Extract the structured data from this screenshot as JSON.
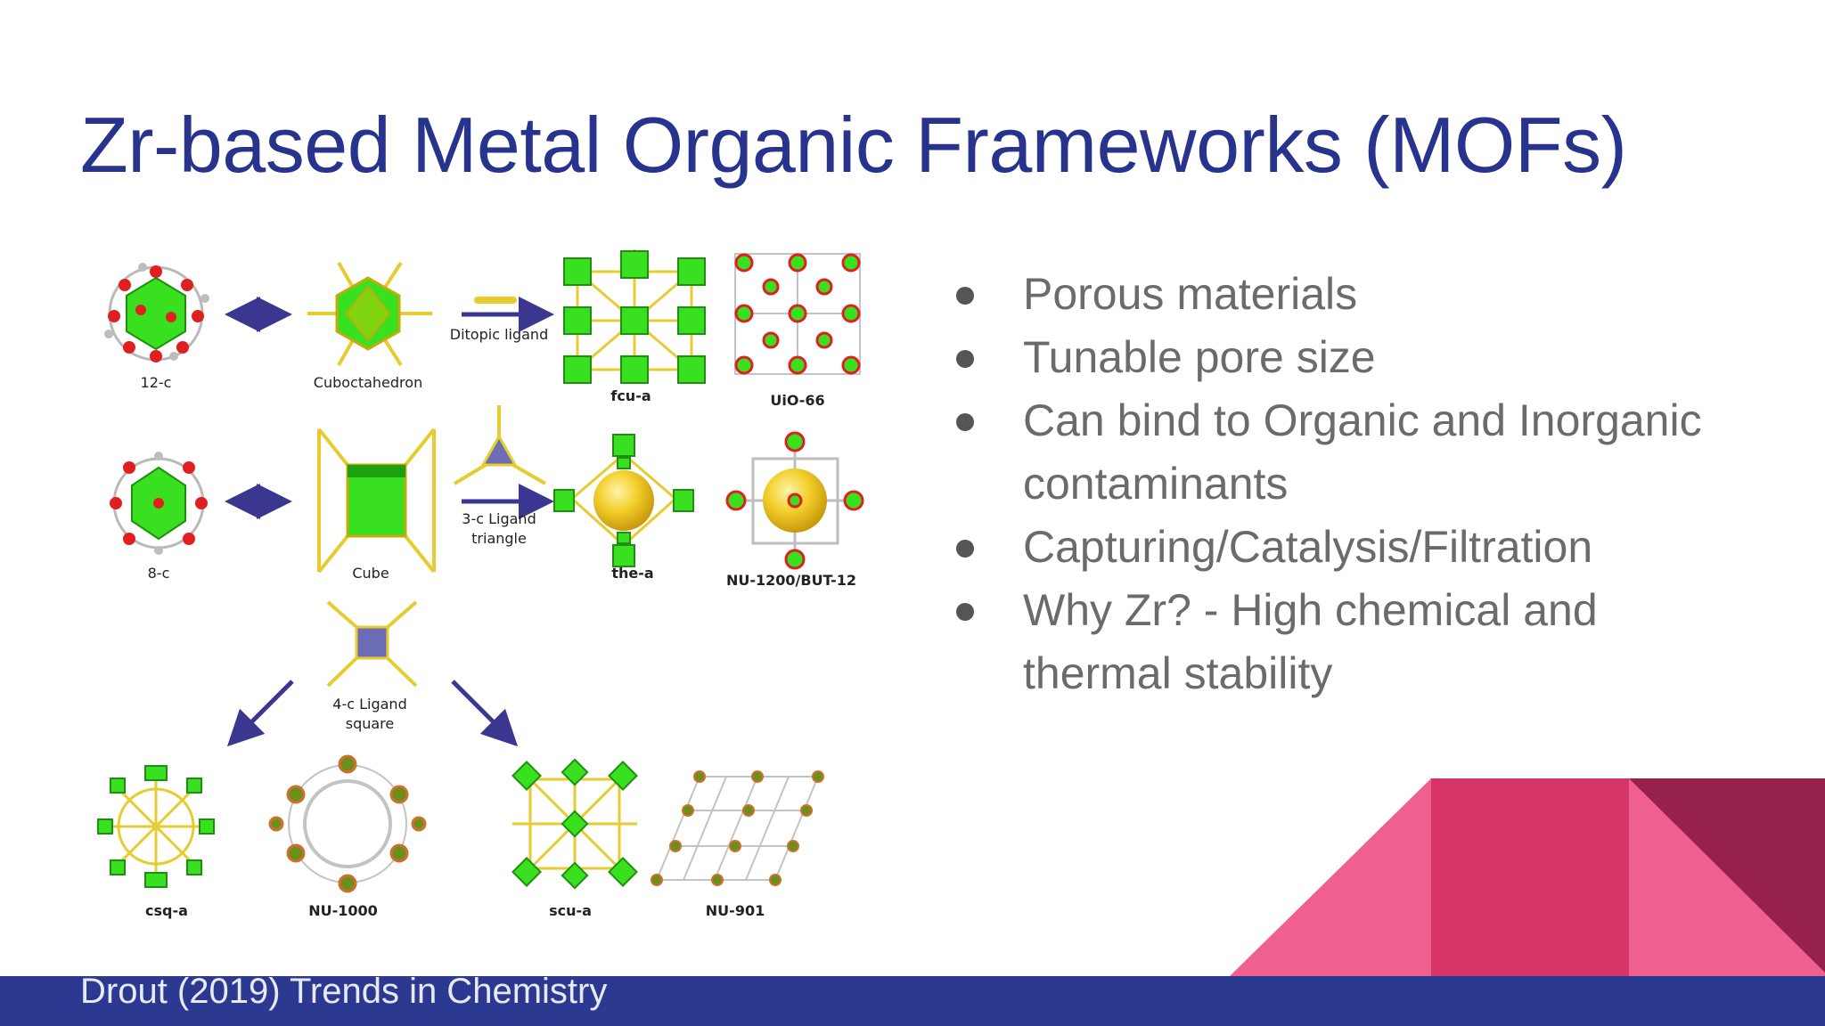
{
  "slide": {
    "title": "Zr-based Metal Organic Frameworks (MOFs)",
    "bullets": [
      "Porous materials",
      "Tunable pore size",
      "Can bind to Organic and Inorganic contaminants",
      "Capturing/Catalysis/Filtration",
      "Why Zr? - High chemical and thermal stability"
    ],
    "footer": "Drout (2019) Trends in Chemistry"
  },
  "figure": {
    "labels": {
      "c12": "12-c",
      "cubocta": "Cuboctahedron",
      "ditopic": "Ditopic ligand",
      "fcu": "fcu-a",
      "uio": "UiO-66",
      "c8": "8-c",
      "cube": "Cube",
      "tri1": "3-c Ligand",
      "tri2": "triangle",
      "the": "the-a",
      "nu1200": "NU-1200/BUT-12",
      "sq1": "4-c Ligand",
      "sq2": "square",
      "csq": "csq-a",
      "nu1000": "NU-1000",
      "scu": "scu-a",
      "nu901": "NU-901"
    }
  },
  "colors": {
    "title": "#27338c",
    "footer_bar": "#2b3990",
    "bullet_text": "#6b6b6b",
    "pink_light": "#ef5f90",
    "pink_mid": "#d63467",
    "pink_dark": "#97214d",
    "node_green": "#39e01f",
    "ligand_yellow": "#e6cc2e",
    "arrow_navy": "#3b3690"
  }
}
